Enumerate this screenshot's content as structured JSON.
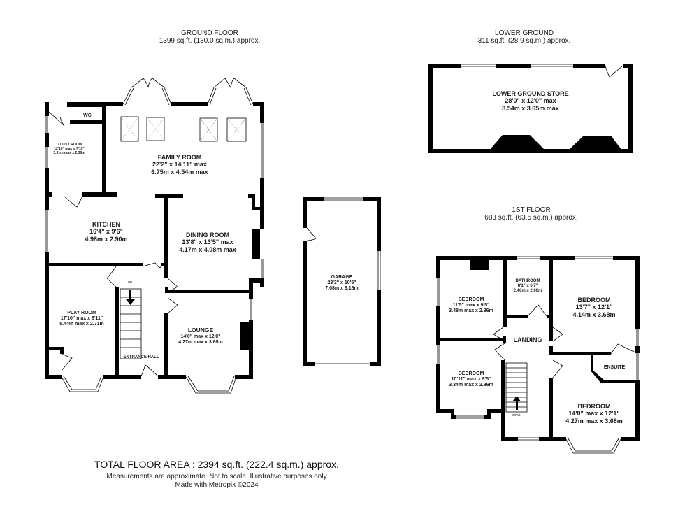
{
  "floors": {
    "ground": {
      "title": "GROUND FLOOR",
      "area": "1399 sq.ft. (130.0 sq.m.) approx."
    },
    "lower_ground": {
      "title": "LOWER GROUND",
      "area": "311 sq.ft. (28.9 sq.m.) approx."
    },
    "first": {
      "title": "1ST FLOOR",
      "area": "683 sq.ft. (63.5 sq.m.) approx."
    }
  },
  "rooms": {
    "wc": {
      "name": "WC"
    },
    "utility": {
      "name": "UTILITY ROOM",
      "imperial": "12'10\" max x 7'10\"",
      "metric": "3.91m max x 2.38m"
    },
    "family": {
      "name": "FAMILY ROOM",
      "imperial": "22'2\"  x 14'11\" max",
      "metric": "6.75m  x 4.54m max"
    },
    "kitchen": {
      "name": "KITCHEN",
      "imperial": "16'4\"  x 9'6\"",
      "metric": "4.98m  x 2.90m"
    },
    "dining": {
      "name": "DINING ROOM",
      "imperial": "13'8\"  x 13'5\" max",
      "metric": "4.17m  x 4.08m max"
    },
    "play": {
      "name": "PLAY ROOM",
      "imperial": "17'10\" max x 8'11\"",
      "metric": "5.44m max x 2.71m"
    },
    "lounge": {
      "name": "LOUNGE",
      "imperial": "14'0\" max x 12'0\"",
      "metric": "4.27m max x 3.65m"
    },
    "entrance": {
      "name": "ENTRANCE HALL"
    },
    "stairs_up": {
      "name": "UP"
    },
    "garage": {
      "name": "GARAGE",
      "imperial": "23'3\"  x 10'5\"",
      "metric": "7.08m  x 3.18m"
    },
    "store": {
      "name": "LOWER GROUND STORE",
      "imperial": "28'0\"  x 12'0\" max",
      "metric": "8.54m  x 3.65m max"
    },
    "bedroom1": {
      "name": "BEDROOM",
      "imperial": "11'5\" max x 9'5\"",
      "metric": "3.48m max x 2.86m"
    },
    "bathroom": {
      "name": "BATHROOM",
      "imperial": "8'1\"  x 6'7\"",
      "metric": "2.46m  x 2.00m"
    },
    "bedroom2": {
      "name": "BEDROOM",
      "imperial": "13'7\"  x 12'1\"",
      "metric": "4.14m  x 3.68m"
    },
    "landing": {
      "name": "LANDING"
    },
    "ensuite": {
      "name": "ENSUITE"
    },
    "bedroom3": {
      "name": "BEDROOM",
      "imperial": "10'11\" max x 9'5\"",
      "metric": "3.34m max x 2.86m"
    },
    "bedroom4": {
      "name": "BEDROOM",
      "imperial": "14'0\" max x 12'1\"",
      "metric": "4.27m max x 3.68m"
    },
    "stairs_down": {
      "name": "DOWN"
    }
  },
  "footer": {
    "total": "TOTAL FLOOR AREA : 2394 sq.ft. (222.4 sq.m.) approx.",
    "disclaimer": "Measurements are approximate.  Not to scale.  Illustrative purposes only",
    "credit": "Made with Metropix ©2024"
  },
  "colors": {
    "wall": "#000000",
    "background": "#ffffff",
    "text": "#1a1a1a"
  }
}
